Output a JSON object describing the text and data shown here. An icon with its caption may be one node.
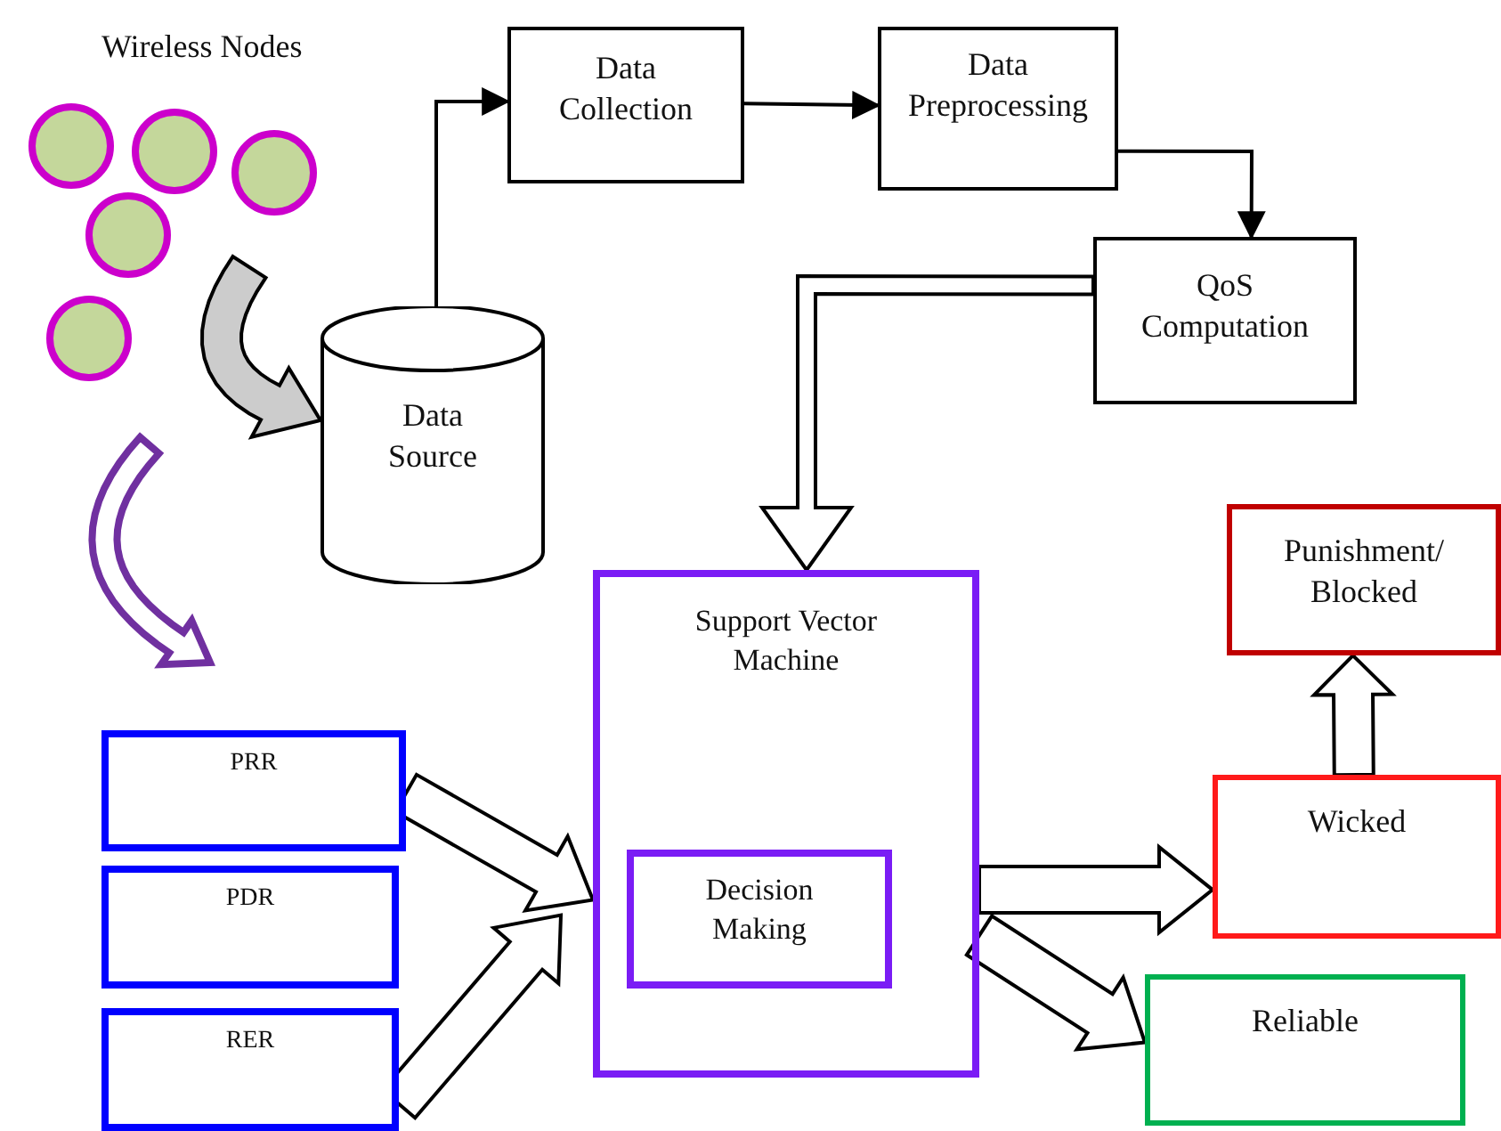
{
  "diagram": {
    "nodes": [
      {
        "text": [
          "Data Collection"
        ]
      },
      {
        "text": [
          "Data Preprocessing"
        ]
      },
      {
        "text": [
          "QoS Computation"
        ]
      },
      {
        "text": [
          "Data Source"
        ]
      },
      {
        "text": [
          "Support Vector Machine"
        ]
      },
      {
        "text": [
          "Decision Making"
        ],
        "in": 4
      },
      {
        "text": [
          "Punishment/ Blocked"
        ]
      },
      {
        "text": [
          "Wicked"
        ]
      },
      {
        "text": [
          "Reliable"
        ]
      },
      {
        "text": [
          "PRR"
        ]
      },
      {
        "text": [
          "PDR"
        ]
      },
      {
        "text": [
          "RER"
        ]
      }
    ],
    "edges": [
      {
        "from": 3,
        "to": 0,
        "arrow": "to"
      },
      {
        "from": 0,
        "to": 1,
        "arrow": "to"
      },
      {
        "from": 1,
        "to": 2,
        "arrow": "to"
      },
      {
        "from": 2,
        "to": 4,
        "arrow": "to",
        "style": "thick"
      },
      {
        "from": 9,
        "to": 4,
        "arrow": "to",
        "style": "thick"
      },
      {
        "from": 11,
        "to": 4,
        "arrow": "to",
        "style": "thick"
      },
      {
        "from": 4,
        "to": 7,
        "arrow": "to",
        "style": "thick"
      },
      {
        "from": 4,
        "to": 8,
        "arrow": "to",
        "style": "thick"
      },
      {
        "from": 7,
        "to": 6,
        "arrow": "to",
        "style": "thick"
      },
      {
        "from": null,
        "to": 3,
        "arrow": "to",
        "style": "thick",
        "color": "#cccccc"
      }
    ],
    "labels": [
      "Wireless Nodes"
    ]
  }
}
